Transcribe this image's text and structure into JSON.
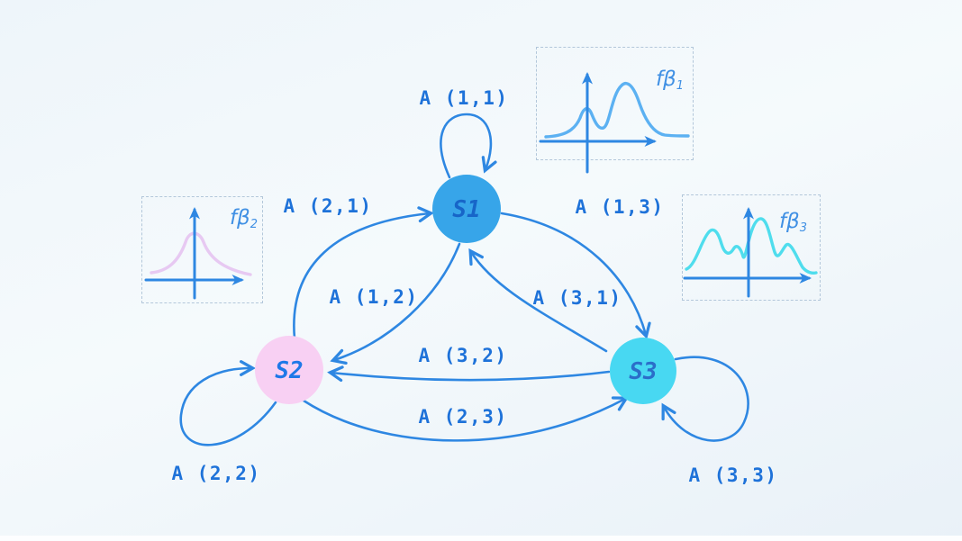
{
  "colors": {
    "edge": "#2e87e2",
    "edge_label": "#1e72d9",
    "dist_label": "#4090e4",
    "box_border": "#b3c7da"
  },
  "nodes": [
    {
      "id": "S1",
      "label": "S1",
      "fill": "#37a5e9",
      "label_color": "#1765c8"
    },
    {
      "id": "S2",
      "label": "S2",
      "fill": "#f8d0f3",
      "label_color": "#1e78e8"
    },
    {
      "id": "S3",
      "label": "S3",
      "fill": "#48d8f2",
      "label_color": "#2b6ec9"
    }
  ],
  "edges": [
    {
      "id": "a11",
      "from": "S1",
      "to": "S1",
      "label": "A (1,1)"
    },
    {
      "id": "a21",
      "from": "S2",
      "to": "S1",
      "label": "A (2,1)"
    },
    {
      "id": "a13",
      "from": "S1",
      "to": "S3",
      "label": "A (1,3)"
    },
    {
      "id": "a12",
      "from": "S1",
      "to": "S2",
      "label": "A (1,2)"
    },
    {
      "id": "a31",
      "from": "S3",
      "to": "S1",
      "label": "A (3,1)"
    },
    {
      "id": "a32",
      "from": "S3",
      "to": "S2",
      "label": "A (3,2)"
    },
    {
      "id": "a23",
      "from": "S2",
      "to": "S3",
      "label": "A (2,3)"
    },
    {
      "id": "a22",
      "from": "S2",
      "to": "S2",
      "label": "A (2,2)"
    },
    {
      "id": "a33",
      "from": "S3",
      "to": "S3",
      "label": "A (3,3)"
    }
  ],
  "distributions": [
    {
      "id": "fb1",
      "state": "S1",
      "label_base": "fβ",
      "label_sub": "1",
      "curve_color": "#5cb1f2",
      "shape": "two-peak density"
    },
    {
      "id": "fb2",
      "state": "S2",
      "label_base": "fβ",
      "label_sub": "2",
      "curve_color": "#e7c9f2",
      "shape": "single bell density"
    },
    {
      "id": "fb3",
      "state": "S3",
      "label_base": "fβ",
      "label_sub": "3",
      "curve_color": "#4fdded",
      "shape": "multi-peak density"
    }
  ]
}
